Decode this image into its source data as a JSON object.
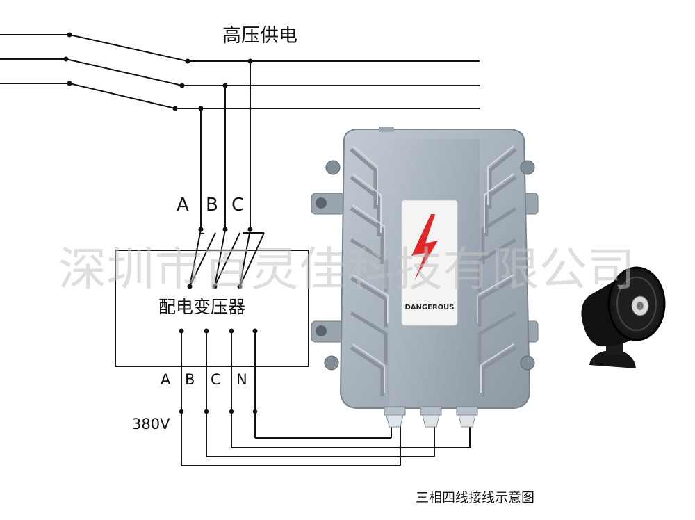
{
  "supply_label": "高压供电",
  "input_phases": [
    "A",
    "B",
    "C"
  ],
  "transformer_label": "配电变压器",
  "output_terminals": [
    "A",
    "B",
    "C",
    "N"
  ],
  "voltage_label": "380V",
  "watermark": "深圳市百灵佳科技有限公司",
  "device_label": "DANGEROUS",
  "caption": "三相四线接线示意图",
  "colors": {
    "line": "#111111",
    "enclosure": "#a9b3bd",
    "bolt": "#e02828",
    "watermark": "#c4c4c4"
  },
  "icons": [
    "lightning-bolt-icon",
    "alarm-horn-speaker-icon"
  ]
}
